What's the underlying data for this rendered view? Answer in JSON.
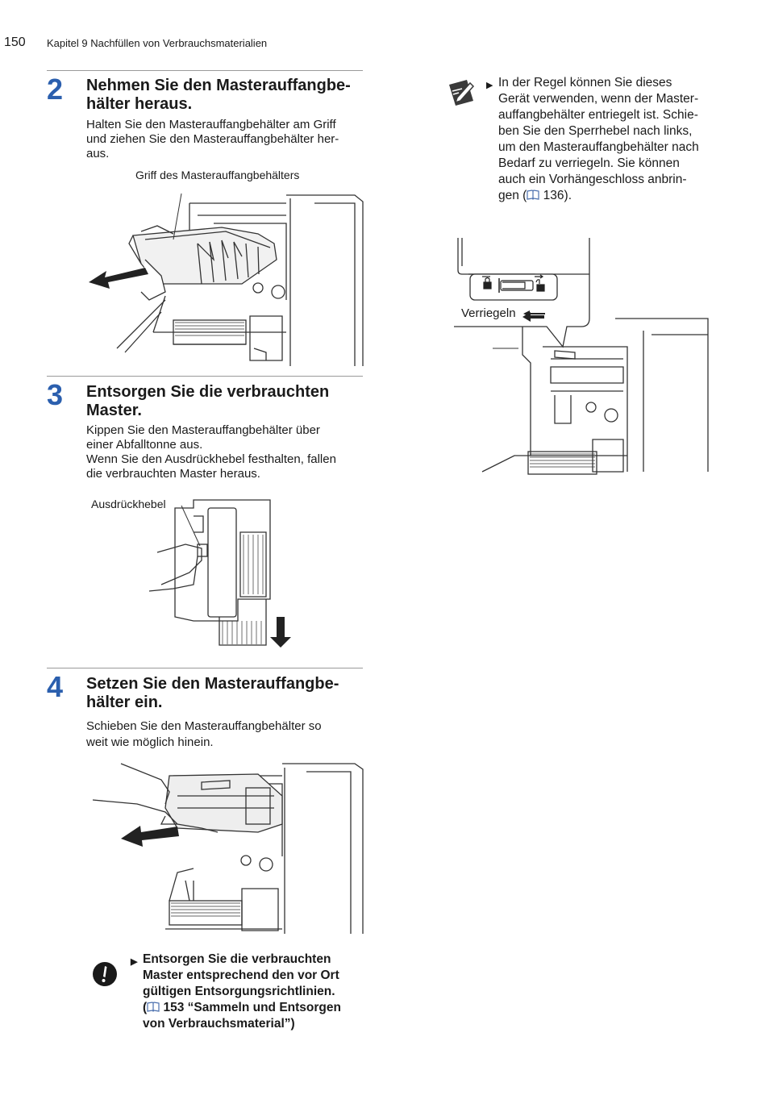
{
  "header": {
    "page_number": "150",
    "chapter": "Kapitel 9 Nachfüllen von Verbrauchsmaterialien"
  },
  "steps": [
    {
      "number": "2",
      "title_line1": "Nehmen Sie den Masterauffangbe-",
      "title_line2": "hälter heraus.",
      "body": [
        "Halten Sie den Masterauffangbehälter am Griff",
        "und ziehen Sie den Masterauffangbehälter her-",
        "aus."
      ],
      "figure_label": "Griff des Masterauffangbehälters"
    },
    {
      "number": "3",
      "title_line1": "Entsorgen Sie die verbrauchten",
      "title_line2": "Master.",
      "body": [
        "Kippen Sie den Masterauffangbehälter über",
        "einer Abfalltonne aus.",
        "Wenn Sie den Ausdrückhebel festhalten, fallen",
        "die verbrauchten Master heraus."
      ],
      "figure_label": "Ausdrückhebel"
    },
    {
      "number": "4",
      "title_line1": "Setzen Sie den Masterauffangbe-",
      "title_line2": "hälter ein.",
      "body": [
        "Schieben Sie den Masterauffangbehälter so",
        "weit wie möglich hinein."
      ]
    }
  ],
  "note": {
    "icon": "pencil-note-icon",
    "lines": [
      "In der Regel können Sie dieses",
      "Gerät verwenden, wenn der Master-",
      "auffangbehälter entriegelt ist. Schie-",
      "ben Sie den Sperrhebel nach links,",
      "um den Masterauffangbehälter nach",
      "Bedarf zu verriegeln. Sie können",
      "auch ein Vorhängeschloss anbrin-"
    ],
    "last_prefix": "gen (",
    "last_ref": "136",
    "last_suffix": ").",
    "figure_label": "Verriegeln"
  },
  "warning": {
    "icon": "exclamation-icon",
    "lines": [
      "Entsorgen Sie die verbrauchten",
      "Master entsprechend den vor Ort",
      "gültigen Entsorgungsrichtlinien."
    ],
    "ref_prefix": "(",
    "ref_text": "153 “Sammeln und Entsorgen",
    "ref_line2": "von Verbrauchsmaterial”)"
  },
  "colors": {
    "step_number": "#2b5fae",
    "text": "#1a1a1a",
    "rule": "#9a9a9a"
  }
}
